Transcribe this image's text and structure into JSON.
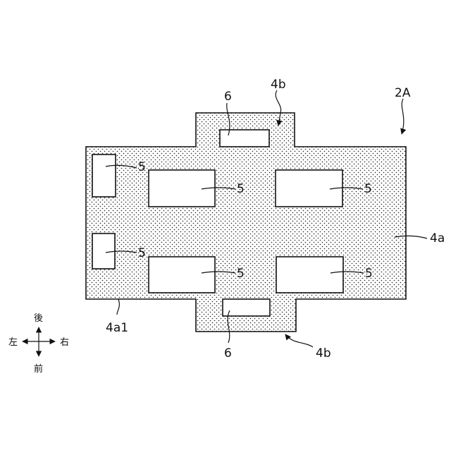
{
  "figure_label": "2A",
  "refs": {
    "main_body": "4a",
    "edge": "4a1",
    "tab_top": "4b",
    "tab_bottom": "4b",
    "hole": "5",
    "slot": "6"
  },
  "directions": {
    "back": "後",
    "front": "前",
    "left": "左",
    "right": "右"
  }
}
